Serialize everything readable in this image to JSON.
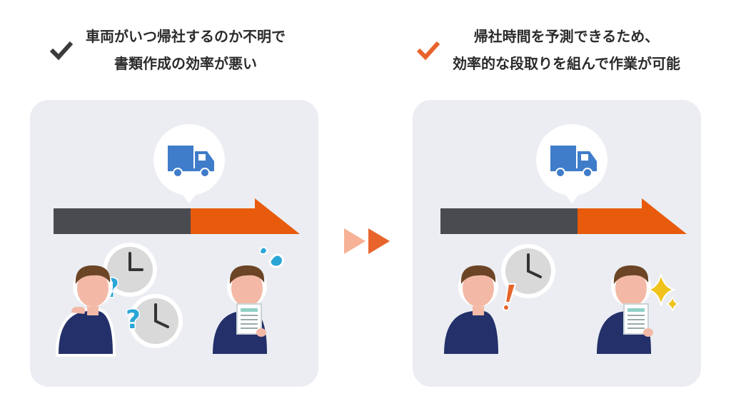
{
  "before": {
    "caption_line1": "車両がいつ帰社するのか不明で",
    "caption_line2": "書類作成の効率が悪い",
    "check_color": "#3b3b3b",
    "icons": [
      "check-icon",
      "truck-icon",
      "clock-icon",
      "question-icon",
      "sweat-icon",
      "document-icon",
      "person-icon"
    ]
  },
  "after": {
    "caption_line1": "帰社時間を予測できるため、",
    "caption_line2": "効率的な段取りを組んで作業が可能",
    "check_color": "#e8642b",
    "icons": [
      "check-icon",
      "truck-icon",
      "clock-icon",
      "exclamation-icon",
      "sparkle-icon",
      "document-icon",
      "person-icon"
    ]
  },
  "colors": {
    "panel_bg": "#ebedf2",
    "timeline_dark": "#4a4b50",
    "timeline_orange": "#e85a0c",
    "truck_blue": "#3f7cc9",
    "question_cyan": "#2aa6d6",
    "sparkle_gold": "#f0c31c",
    "shirt_navy": "#23306a",
    "hair_brown": "#6b4526",
    "skin": "#f3b9a6",
    "mid_arrow_light": "#f7b196",
    "mid_arrow_dark": "#e8642b"
  }
}
